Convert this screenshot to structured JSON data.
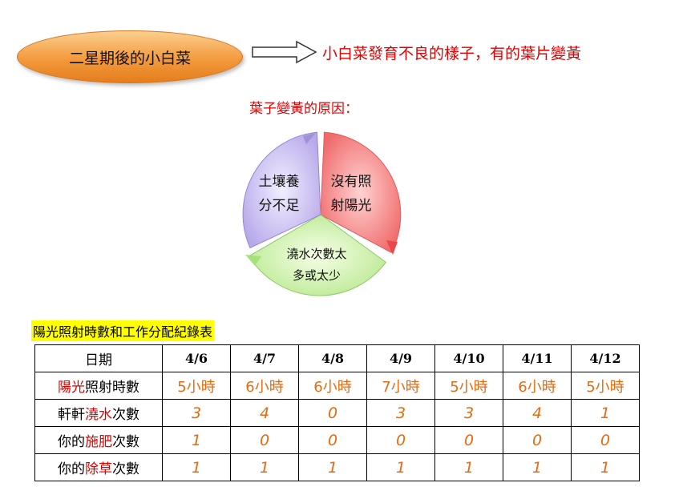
{
  "header": {
    "pill_label": "二星期後的小白菜",
    "headline": "小白菜發育不良的樣子，有的葉片變黃"
  },
  "causes": {
    "title": "葉子變黃的原因：",
    "items": [
      {
        "lines": [
          "沒有照",
          "射陽光"
        ],
        "color": "#e8494b"
      },
      {
        "lines": [
          "澆水次數太",
          "多或太少"
        ],
        "color": "#a6e27b"
      },
      {
        "lines": [
          "土壤養",
          "分不足"
        ],
        "color": "#a291d8"
      }
    ]
  },
  "log_table": {
    "title": "陽光照射時數和工作分配紀錄表",
    "corner_label": "日期",
    "dates": [
      "4/6",
      "4/7",
      "4/8",
      "4/9",
      "4/10",
      "4/11",
      "4/12"
    ],
    "rows": [
      {
        "label_pre": "",
        "label_hl": "陽光",
        "label_post": "照射時數",
        "values": [
          "5小時",
          "6小時",
          "6小時",
          "7小時",
          "5小時",
          "6小時",
          "5小時"
        ],
        "kind": "hours"
      },
      {
        "label_pre": "軒軒",
        "label_hl": "澆水",
        "label_post": "次數",
        "values": [
          "3",
          "4",
          "0",
          "3",
          "3",
          "4",
          "1"
        ],
        "kind": "count"
      },
      {
        "label_pre": "你的",
        "label_hl": "施肥",
        "label_post": "次數",
        "values": [
          "1",
          "0",
          "0",
          "0",
          "0",
          "0",
          "0"
        ],
        "kind": "count"
      },
      {
        "label_pre": "你的",
        "label_hl": "除草",
        "label_post": "次數",
        "values": [
          "1",
          "1",
          "1",
          "1",
          "1",
          "1",
          "1"
        ],
        "kind": "count"
      }
    ]
  }
}
